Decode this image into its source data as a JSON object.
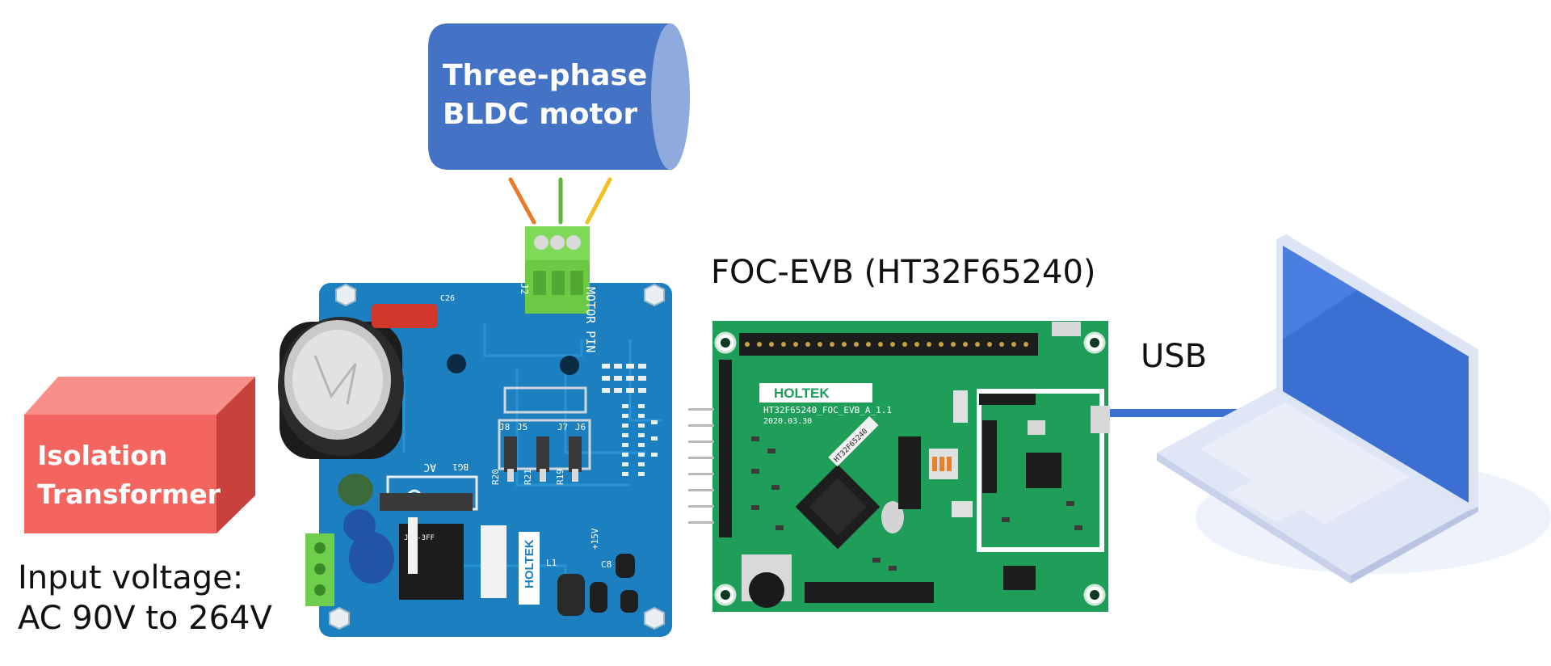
{
  "motor": {
    "line1": "Three-phase",
    "line2": "BLDC motor",
    "wire_colors": [
      "#e87a2a",
      "#5fb53a",
      "#f0c020"
    ]
  },
  "motor_board": {
    "connector_label": "MOTOR PIN",
    "connector_id": "J2",
    "brand": "HOLTEK",
    "ac_label": "AC",
    "bridge_label": "BG1",
    "relay_text": "JQC-3FF",
    "supply_label": "+15V",
    "resistors": [
      "R20",
      "R21",
      "R19"
    ],
    "jumpers": [
      "J8",
      "J5",
      "J7",
      "J6"
    ],
    "cap_label": "C26",
    "inductor_label": "L1",
    "cap8_label": "C8"
  },
  "isolation": {
    "line1": "Isolation",
    "line2": "Transformer"
  },
  "input_voltage": {
    "line1": "Input voltage:",
    "line2": "AC 90V to 264V"
  },
  "evb": {
    "title": "FOC-EVB (HT32F65240)",
    "brand": "HOLTEK",
    "board_text": "HT32F65240_FOC_EVB_A_1.1",
    "date_text": "2020.03.30",
    "chip_text": "HT32F65240"
  },
  "usb": {
    "label": "USB",
    "cable_color": "#3b6fd1"
  },
  "colors": {
    "motor_blue": "#4472c4",
    "motor_cap": "#8faadc",
    "iso_front": "#f4655f",
    "iso_top": "#f98f8a",
    "iso_side": "#c9413c",
    "motor_board": "#1b7fc0",
    "evb_board": "#1e9e59",
    "terminal_green": "#7ed957"
  }
}
